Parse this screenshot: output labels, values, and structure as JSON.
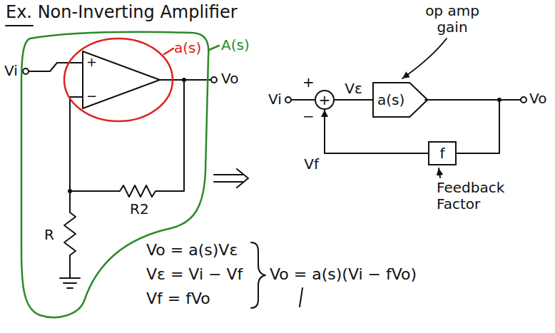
{
  "diagram": {
    "title": "Ex. Non-Inverting Amplifier",
    "nodes": [
      {
        "text": [
          "A(s)"
        ]
      },
      {
        "text": [
          "a(s)"
        ],
        "in": 0
      },
      {
        "text": [
          "+",
          "−"
        ],
        "in": 1
      },
      {
        "text": [
          "+"
        ]
      },
      {
        "text": [
          "a(s)"
        ]
      },
      {
        "text": [
          "f"
        ]
      }
    ],
    "edges": [
      {
        "from": 3,
        "to": 4,
        "arrow": "none",
        "label": "Vε"
      },
      {
        "from": 4,
        "to": 5,
        "arrow": "none"
      },
      {
        "from": 5,
        "to": 3,
        "arrow": "to",
        "label": "Vf"
      }
    ],
    "labels": [
      "op amp gain",
      "Vi",
      "Vo",
      "R",
      "R2",
      "Vi",
      "+",
      "−",
      "Vo",
      "Feedback Factor",
      "Vo = a(s)Vε",
      "Vε = Vi − Vf",
      "Vf = fVo",
      "Vo = a(s)(Vi − fVo)"
    ]
  }
}
